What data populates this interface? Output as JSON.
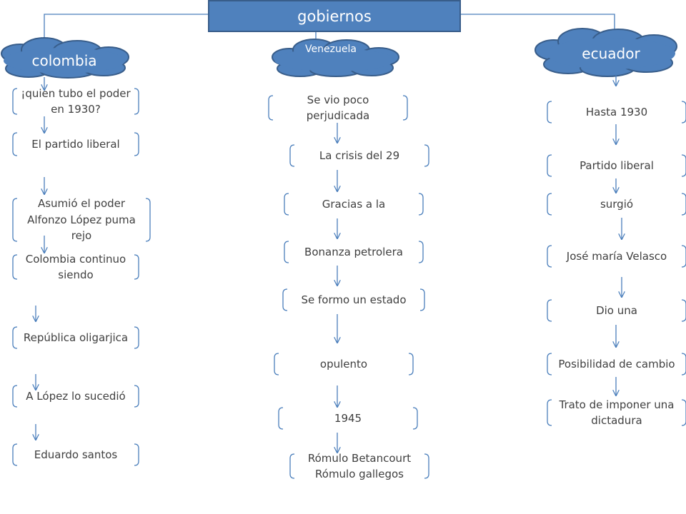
{
  "title": "gobiernos",
  "colors": {
    "accent": "#4f81bd",
    "border": "#385d8a",
    "connector": "#4a7ebb",
    "text": "#404040"
  },
  "columns": {
    "colombia": {
      "label": "colombia",
      "items": [
        [
          "¡quien tubo el poder",
          "en 1930?"
        ],
        [
          "El partido liberal"
        ],
        [
          "Asumió el poder",
          "Alfonzo López puma",
          "rejo"
        ],
        [
          "Colombia continuo",
          "siendo"
        ],
        [
          "República oligarjica"
        ],
        [
          "A López lo sucedió"
        ],
        [
          "Eduardo santos"
        ]
      ]
    },
    "venezuela": {
      "label": "Venezuela",
      "items": [
        [
          "Se vio poco",
          "perjudicada"
        ],
        [
          "La crisis del 29"
        ],
        [
          "Gracias a la"
        ],
        [
          "Bonanza petrolera"
        ],
        [
          "Se formo un estado"
        ],
        [
          "opulento"
        ],
        [
          "1945"
        ],
        [
          "Rómulo Betancourt",
          "Rómulo gallegos"
        ]
      ]
    },
    "ecuador": {
      "label": "ecuador",
      "items": [
        [
          "Hasta 1930"
        ],
        [
          "Partido liberal"
        ],
        [
          "surgió"
        ],
        [
          "José maría Velasco"
        ],
        [
          "Dio una"
        ],
        [
          "Posibilidad de cambio"
        ],
        [
          "Trato de imponer una",
          "dictadura"
        ]
      ]
    }
  }
}
